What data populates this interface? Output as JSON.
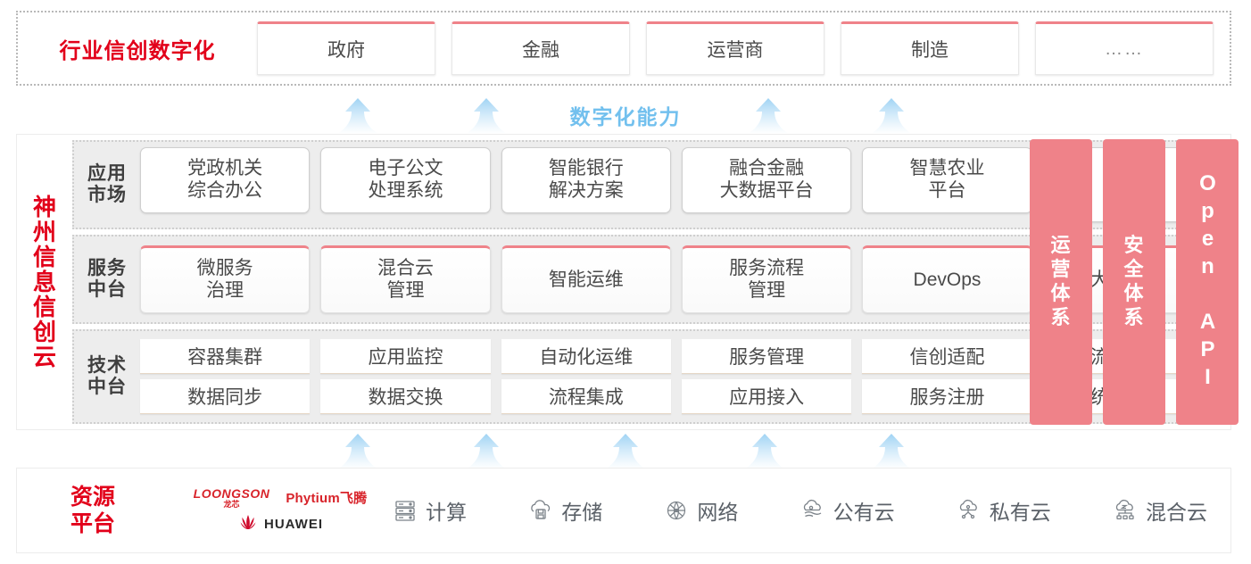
{
  "colors": {
    "brand_red": "#e2001a",
    "pillar_pink": "#ef8289",
    "arrow_blue": "#72c0ee",
    "layer_bg": "#ededed",
    "text_dark": "#4a4a4a"
  },
  "industry": {
    "title": "行业信创数字化",
    "cards": [
      {
        "label": "政府"
      },
      {
        "label": "金融"
      },
      {
        "label": "运营商"
      },
      {
        "label": "制造"
      },
      {
        "label": "……"
      }
    ]
  },
  "capability_band": {
    "label": "数字化能力",
    "arrow_count": 4
  },
  "lower_band": {
    "arrow_count": 5
  },
  "cloud": {
    "brand_vertical": [
      "神",
      "州",
      "信",
      "息",
      "信",
      "创",
      "云"
    ],
    "layers": [
      {
        "key": "app-market",
        "label": [
          "应用",
          "市场"
        ],
        "cards": [
          {
            "lines": [
              "党政机关",
              "综合办公"
            ]
          },
          {
            "lines": [
              "电子公文",
              "处理系统"
            ]
          },
          {
            "lines": [
              "智能银行",
              "解决方案"
            ]
          },
          {
            "lines": [
              "融合金融",
              "大数据平台"
            ]
          },
          {
            "lines": [
              "智慧农业",
              "平台"
            ]
          },
          {
            "lines": [
              "……"
            ],
            "is_ellipsis": true
          }
        ]
      },
      {
        "key": "service-platform",
        "label": [
          "服务",
          "中台"
        ],
        "cards": [
          {
            "lines": [
              "微服务",
              "治理"
            ]
          },
          {
            "lines": [
              "混合云",
              "管理"
            ]
          },
          {
            "lines": [
              "智能运维"
            ]
          },
          {
            "lines": [
              "服务流程",
              "管理"
            ]
          },
          {
            "lines": [
              "DevOps"
            ]
          },
          {
            "lines": [
              "大屏展示"
            ]
          }
        ]
      },
      {
        "key": "tech-platform",
        "label": [
          "技术",
          "中台"
        ],
        "rows": [
          [
            "容器集群",
            "应用监控",
            "自动化运维",
            "服务管理",
            "信创适配",
            "流程引擎"
          ],
          [
            "数据同步",
            "数据交换",
            "流程集成",
            "应用接入",
            "服务注册",
            "统一认证"
          ]
        ]
      }
    ],
    "pillars": [
      {
        "type": "cn",
        "chars": [
          "运",
          "营",
          "体",
          "系"
        ]
      },
      {
        "type": "cn",
        "chars": [
          "安",
          "全",
          "体",
          "系"
        ]
      },
      {
        "type": "en",
        "text": "Open API"
      }
    ]
  },
  "resource": {
    "title": [
      "资源",
      "平台"
    ],
    "vendors": {
      "loongson_en": "LOONGSON",
      "loongson_cn": "龙芯",
      "phytium": "Phytium飞腾",
      "huawei": "HUAWEI"
    },
    "items": [
      {
        "icon": "server-rack-icon",
        "label": "计算"
      },
      {
        "icon": "cloud-storage-icon",
        "label": "存储"
      },
      {
        "icon": "network-globe-icon",
        "label": "网络"
      },
      {
        "icon": "public-cloud-icon",
        "label": "公有云"
      },
      {
        "icon": "private-cloud-icon",
        "label": "私有云"
      },
      {
        "icon": "hybrid-cloud-icon",
        "label": "混合云"
      }
    ]
  }
}
